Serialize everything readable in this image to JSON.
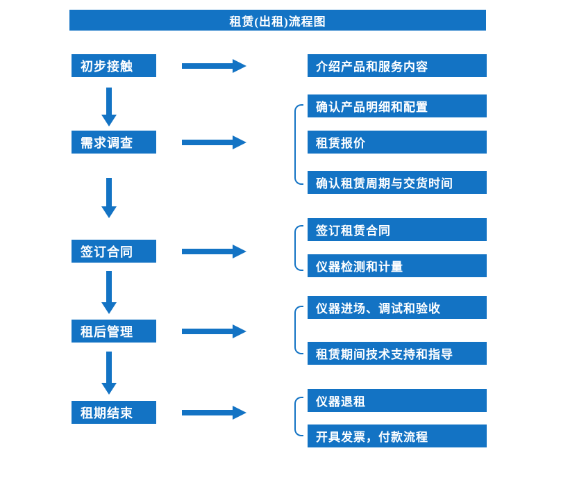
{
  "title": "租赁(出租)流程图",
  "colors": {
    "primary": "#1373C4",
    "box_text": "#FFFFFF",
    "background": "#FFFFFF"
  },
  "steps": [
    {
      "label": "初步接触",
      "outputs": [
        "介绍产品和服务内容"
      ]
    },
    {
      "label": "需求调查",
      "outputs": [
        "确认产品明细和配置",
        "租赁报价",
        "确认租赁周期与交货时间"
      ]
    },
    {
      "label": "签订合同",
      "outputs": [
        "签订租赁合同",
        "仪器检测和计量"
      ]
    },
    {
      "label": "租后管理",
      "outputs": [
        "仪器进场、调试和验收",
        "租赁期间技术支持和指导"
      ]
    },
    {
      "label": "租期结束",
      "outputs": [
        "仪器退租",
        "开具发票，付款流程"
      ]
    }
  ]
}
